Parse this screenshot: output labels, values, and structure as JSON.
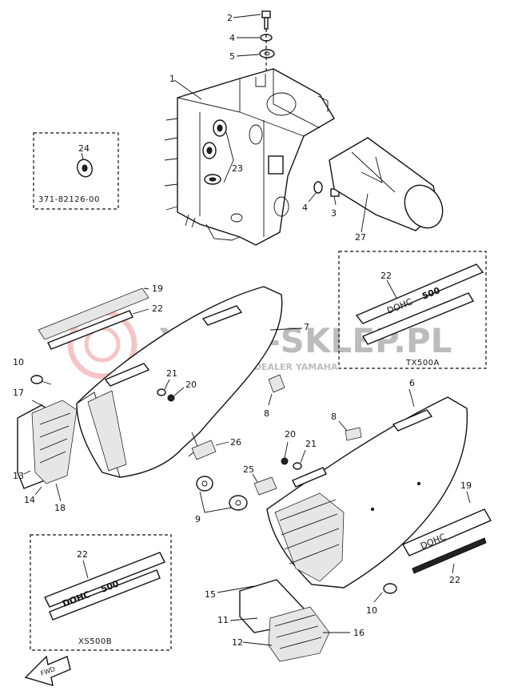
{
  "labels": {
    "l1": "1",
    "l2": "2",
    "l3": "3",
    "l4a": "4",
    "l4b": "4",
    "l5": "5",
    "l6": "6",
    "l7": "7",
    "l8a": "8",
    "l8b": "8",
    "l9": "9",
    "l10a": "10",
    "l10b": "10",
    "l11": "11",
    "l12": "12",
    "l13": "13",
    "l14": "14",
    "l15": "15",
    "l16": "16",
    "l17": "17",
    "l18": "18",
    "l19a": "19",
    "l19b": "19",
    "l20a": "20",
    "l20b": "20",
    "l21a": "21",
    "l21b": "21",
    "l22a": "22",
    "l22b": "22",
    "l22c": "22",
    "l22d": "22",
    "l23": "23",
    "l24": "24",
    "l25": "25",
    "l26": "26",
    "l27": "27"
  },
  "boxes": {
    "part_number": "371-82126-00",
    "tx500a": "TX500A",
    "xs500b": "XS500B"
  },
  "emblem": {
    "dohc": "DOHC",
    "num": "500"
  },
  "fwd": "FWD",
  "watermark": {
    "main": "YAMA-SKLEP.PL",
    "sub": "WOJCIECHOWICZ | DEALER YAMAHA"
  }
}
